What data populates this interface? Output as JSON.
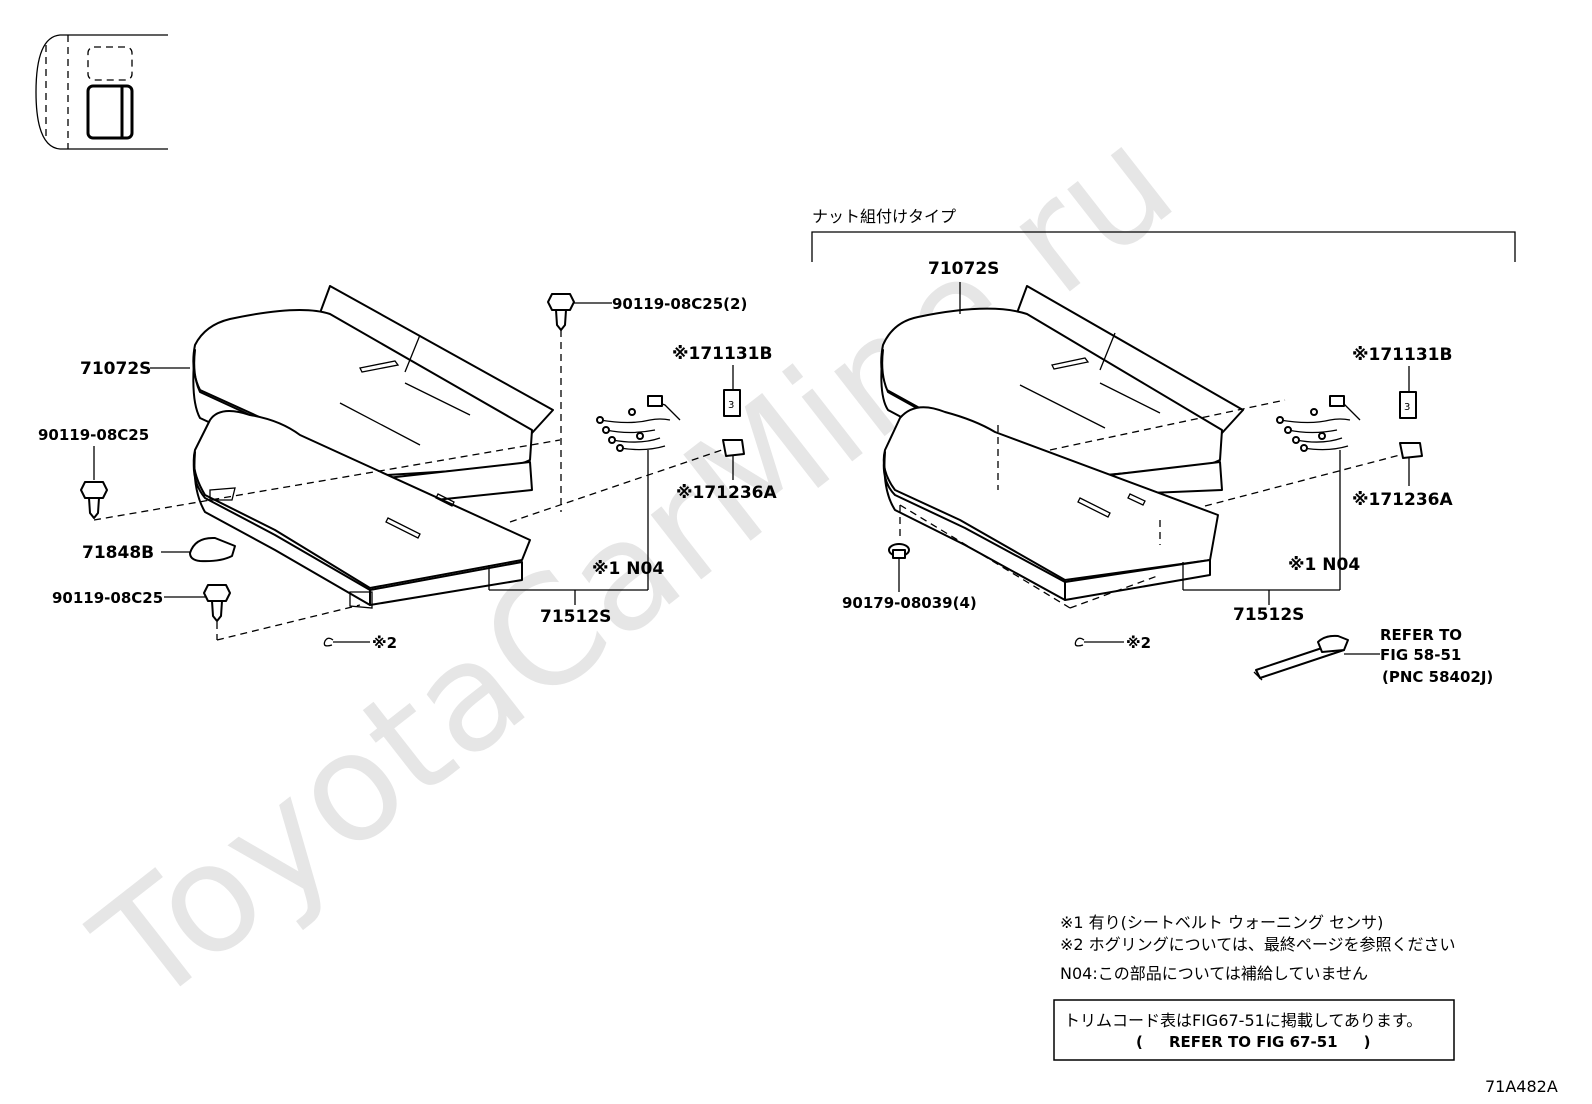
{
  "watermark": "ToyotaCarMine.ru",
  "figure_code": "71A482A",
  "group_label": "ナット組付けタイプ",
  "left_assembly": {
    "seat_cushion": "71072S",
    "bolt_top": "90119-08C25(2)",
    "bolt_left": "90119-08C25",
    "cover": "71848B",
    "bolt_bottom": "90119-08C25",
    "pad": "※171131B",
    "clip": "※171236A",
    "wire_harness": "※1 N04",
    "frame": "71512S",
    "hog_ring": "※2"
  },
  "right_assembly": {
    "seat_cushion": "71072S",
    "pad": "※171131B",
    "clip": "※171236A",
    "wire_harness": "※1 N04",
    "nut": "90179-08039(4)",
    "frame": "71512S",
    "hog_ring": "※2",
    "refer_line1": "REFER TO",
    "refer_line2": "FIG 58-51",
    "refer_line3": "(PNC 58402J)"
  },
  "notes": [
    "※1  有り(シートベルト ウォーニング センサ)",
    "※2  ホグリングについては、最終ページを参照ください",
    "N04:この部品については補給していません"
  ],
  "trim_box": {
    "line1": "トリムコード表はFIG67-51に掲載してあります。",
    "line2": "(     REFER TO FIG 67-51     )"
  }
}
